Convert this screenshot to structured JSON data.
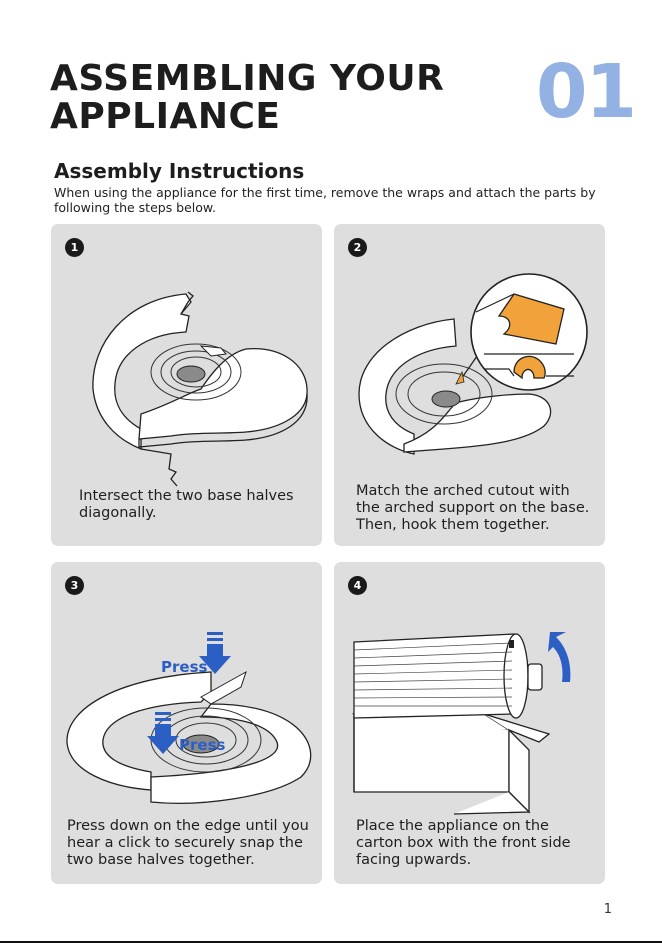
{
  "page": {
    "title_line1": "ASSEMBLING YOUR",
    "title_line2": "APPLIANCE",
    "chapter_number": "01",
    "subtitle": "Assembly Instructions",
    "intro": "When using the appliance for the first time, remove the wraps and attach the parts by following the steps below.",
    "page_number": "1"
  },
  "steps": [
    {
      "number": "1",
      "caption": "Intersect the two base halves diagonally."
    },
    {
      "number": "2",
      "caption": "Match the arched cutout with the arched support on the base. Then, hook them together."
    },
    {
      "number": "3",
      "caption": "Press down on the edge until you hear a click to securely snap the two base halves together.",
      "press_label_top": "Press",
      "press_label_bottom": "Press"
    },
    {
      "number": "4",
      "caption": "Place the appliance on the carton box with the front side facing upwards."
    }
  ],
  "colors": {
    "accent_blue": "#93b1e2",
    "press_blue": "#2c5fc4",
    "highlight_orange": "#f2a23a",
    "card_bg": "#dedede"
  }
}
